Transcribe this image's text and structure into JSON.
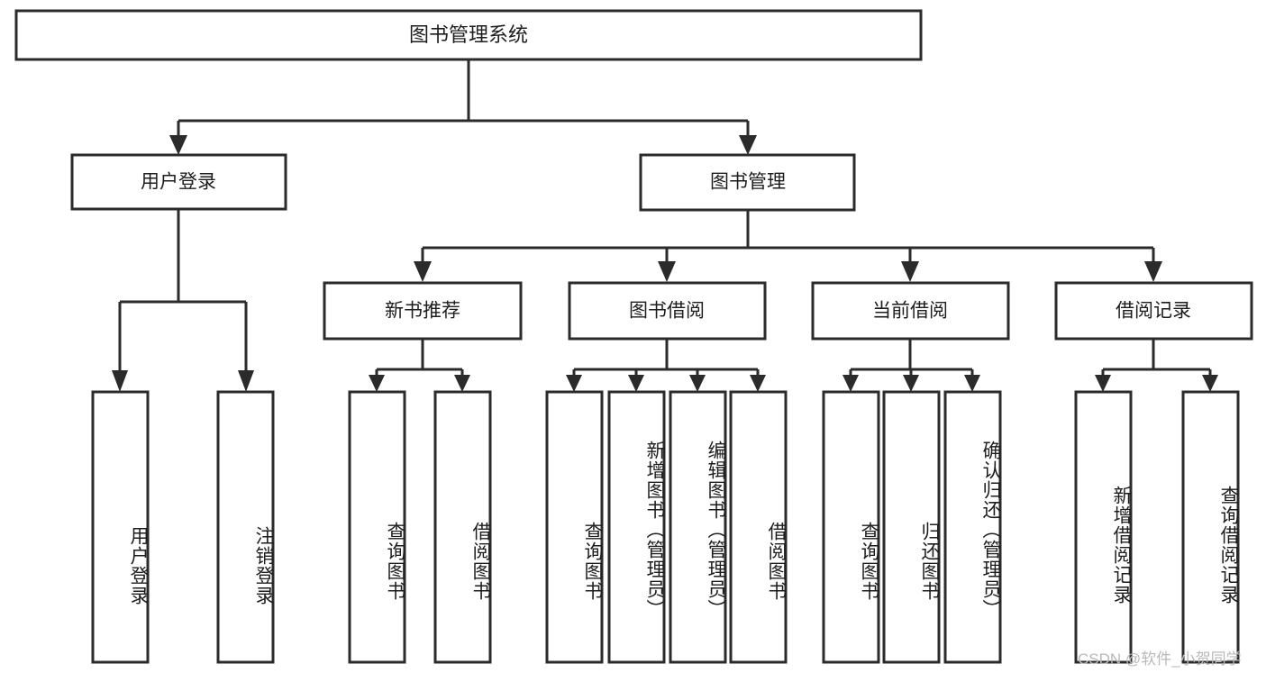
{
  "diagram": {
    "type": "tree",
    "title": "图书管理系统",
    "orientation": "top-down",
    "colors": {
      "box_fill": "#ffffff",
      "box_stroke": "#2b2b2b",
      "text": "#1d1d1d",
      "background": "#ffffff",
      "watermark": "#b9b9b9"
    },
    "nodes": {
      "root": {
        "label": "图书管理系统",
        "level": 1
      },
      "level2": [
        {
          "id": "user-login",
          "label": "用户登录"
        },
        {
          "id": "book-manage",
          "label": "图书管理"
        }
      ],
      "level3": [
        {
          "id": "new-book-recommend",
          "label": "新书推荐",
          "parent": "book-manage"
        },
        {
          "id": "book-borrow",
          "label": "图书借阅",
          "parent": "book-manage"
        },
        {
          "id": "current-borrow",
          "label": "当前借阅",
          "parent": "book-manage"
        },
        {
          "id": "borrow-record",
          "label": "借阅记录",
          "parent": "book-manage"
        }
      ],
      "leaves": [
        {
          "id": "leaf-user-login",
          "label": "用户登录",
          "parent": "user-login"
        },
        {
          "id": "leaf-logout",
          "label": "注销登录",
          "parent": "user-login"
        },
        {
          "id": "leaf-query-book-1",
          "label": "查询图书",
          "parent": "new-book-recommend"
        },
        {
          "id": "leaf-borrow-book-1",
          "label": "借阅图书",
          "parent": "new-book-recommend"
        },
        {
          "id": "leaf-query-book-2",
          "label": "查询图书",
          "parent": "book-borrow"
        },
        {
          "id": "leaf-add-book",
          "label": "新增图书（管理员）",
          "parent": "book-borrow"
        },
        {
          "id": "leaf-edit-book",
          "label": "编辑图书（管理员）",
          "parent": "book-borrow"
        },
        {
          "id": "leaf-borrow-book-2",
          "label": "借阅图书",
          "parent": "book-borrow"
        },
        {
          "id": "leaf-query-book-3",
          "label": "查询图书",
          "parent": "current-borrow"
        },
        {
          "id": "leaf-return-book",
          "label": "归还图书",
          "parent": "current-borrow"
        },
        {
          "id": "leaf-confirm-return",
          "label": "确认归还（管理员）",
          "parent": "current-borrow"
        },
        {
          "id": "leaf-add-record",
          "label": "新增借阅记录",
          "parent": "borrow-record"
        },
        {
          "id": "leaf-query-record",
          "label": "查询借阅记录",
          "parent": "borrow-record"
        }
      ]
    }
  },
  "watermark": {
    "text": "CSDN @软件_小贺同学"
  }
}
